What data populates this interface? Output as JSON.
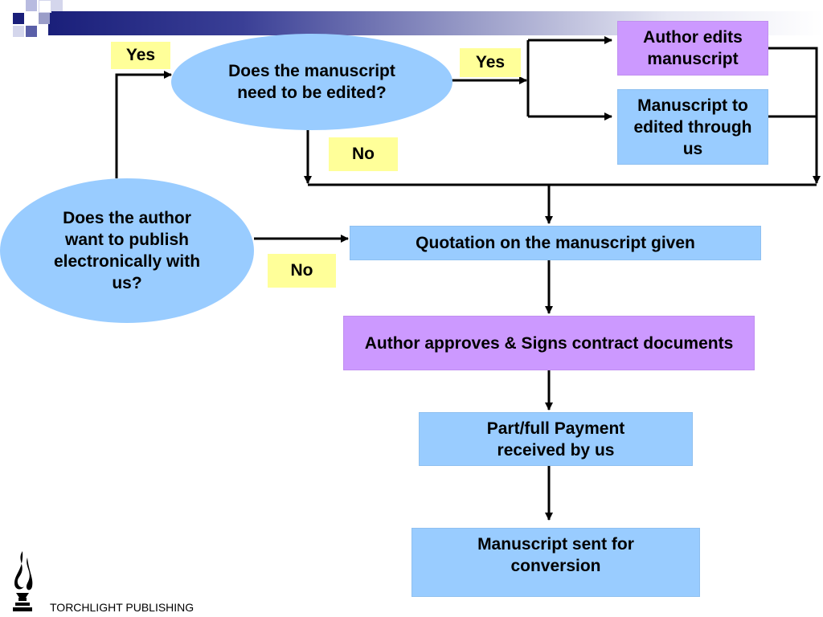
{
  "nodes": {
    "q_electronic": "Does the author want to publish electronically with us?",
    "q_edit": "Does the manuscript need to be edited?",
    "author_edits": "Author edits manuscript",
    "edited_through_us": "Manuscript to edited through us",
    "quotation": "Quotation on the manuscript given",
    "approves": "Author approves & Signs contract documents",
    "payment": "Part/full Payment received by us",
    "conversion": "Manuscript sent for conversion"
  },
  "labels": {
    "yes_left": "Yes",
    "yes_right": "Yes",
    "no_edit": "No",
    "no_electronic": "No"
  },
  "footer": {
    "company": "TORCHLIGHT PUBLISHING"
  },
  "colors": {
    "oval": "#99ccff",
    "blue_box": "#99ccff",
    "purple_box": "#cc99ff",
    "label_bg": "#ffff99",
    "header_dark": "#1a1f7a"
  },
  "icons": {
    "logo": "torch-flame-icon"
  }
}
